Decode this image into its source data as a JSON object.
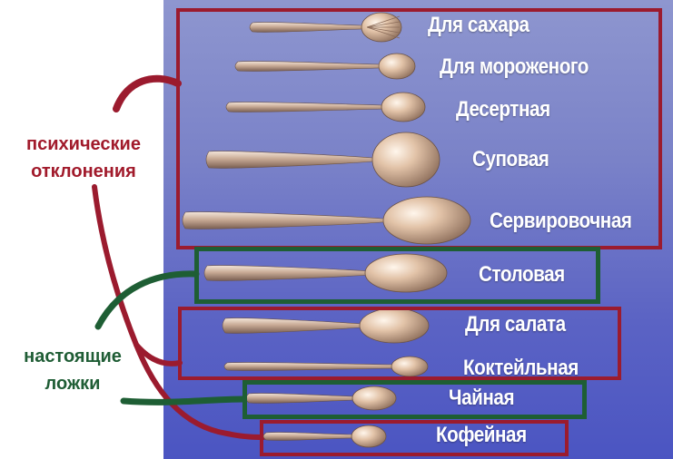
{
  "left_labels": {
    "top_line1": "психические",
    "top_line2": "отклонения",
    "bottom_line1": "настоящие",
    "bottom_line2": "ложки"
  },
  "spoons": [
    {
      "label": "Для сахара"
    },
    {
      "label": "Для мороженого"
    },
    {
      "label": "Десертная"
    },
    {
      "label": "Суповая"
    },
    {
      "label": "Сервировочная"
    },
    {
      "label": "Столовая"
    },
    {
      "label": "Для салата"
    },
    {
      "label": "Коктейльная"
    },
    {
      "label": "Чайная"
    },
    {
      "label": "Кофейная"
    }
  ],
  "colors": {
    "red": "#9b1b2e",
    "green": "#1e5e34",
    "label_red": "#a11a2b",
    "label_green": "#1f5d35"
  }
}
